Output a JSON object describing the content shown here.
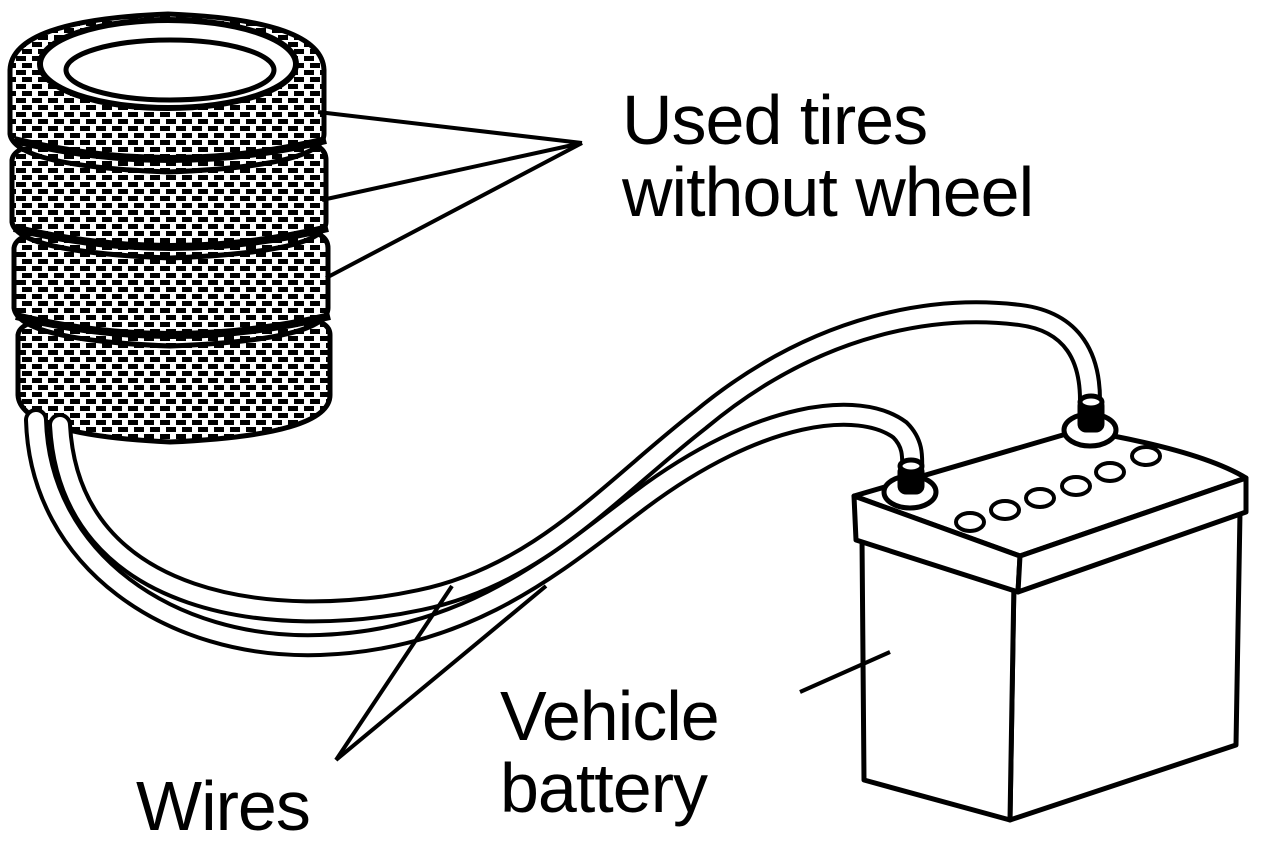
{
  "labels": {
    "tires_line1": "Used tires",
    "tires_line2": "without wheel",
    "battery_line1": "Vehicle",
    "battery_line2": "battery",
    "wires": "Wires"
  },
  "colors": {
    "ink": "#000000",
    "paper": "#ffffff"
  }
}
